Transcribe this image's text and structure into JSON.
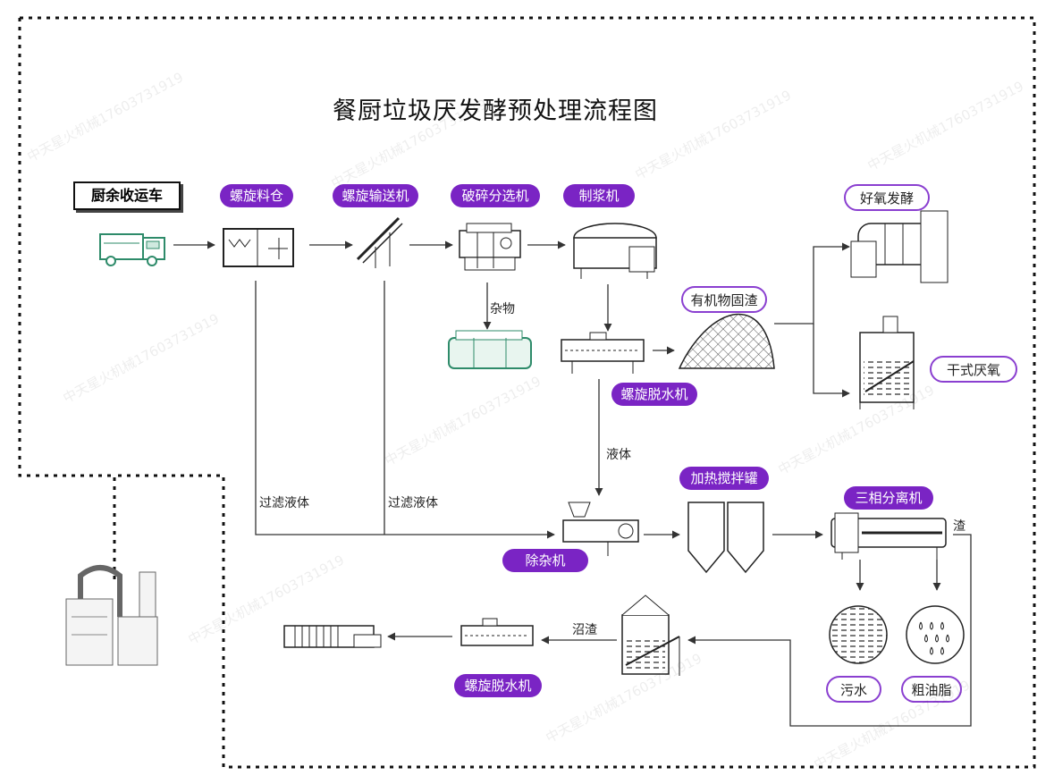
{
  "title": "餐厨垃圾厌发酵预处理流程图",
  "nodes": {
    "truck": "厨余收运车",
    "screw_bin": "螺旋料仓",
    "screw_conveyor": "螺旋输送机",
    "crusher": "破碎分选机",
    "pulper": "制浆机",
    "aerobic": "好氧发酵",
    "organic_residue": "有机物固渣",
    "dry_anaerobic": "干式厌氧",
    "screw_dewater_1": "螺旋脱水机",
    "heat_tank": "加热搅拌罐",
    "three_phase": "三相分离机",
    "impurity_remover": "除杂机",
    "wastewater": "污水",
    "crude_oil": "粗油脂",
    "screw_dewater_2": "螺旋脱水机"
  },
  "edge_labels": {
    "debris": "杂物",
    "liquid": "液体",
    "filtrate_1": "过滤液体",
    "filtrate_2": "过滤液体",
    "residue": "渣",
    "sludge": "沼渣"
  },
  "watermark": "中天星火机械17603731919",
  "colors": {
    "accent": "#7a24c4",
    "line": "#333333",
    "dashed_border": "#111111",
    "machine_green": "#2e8b6a"
  }
}
